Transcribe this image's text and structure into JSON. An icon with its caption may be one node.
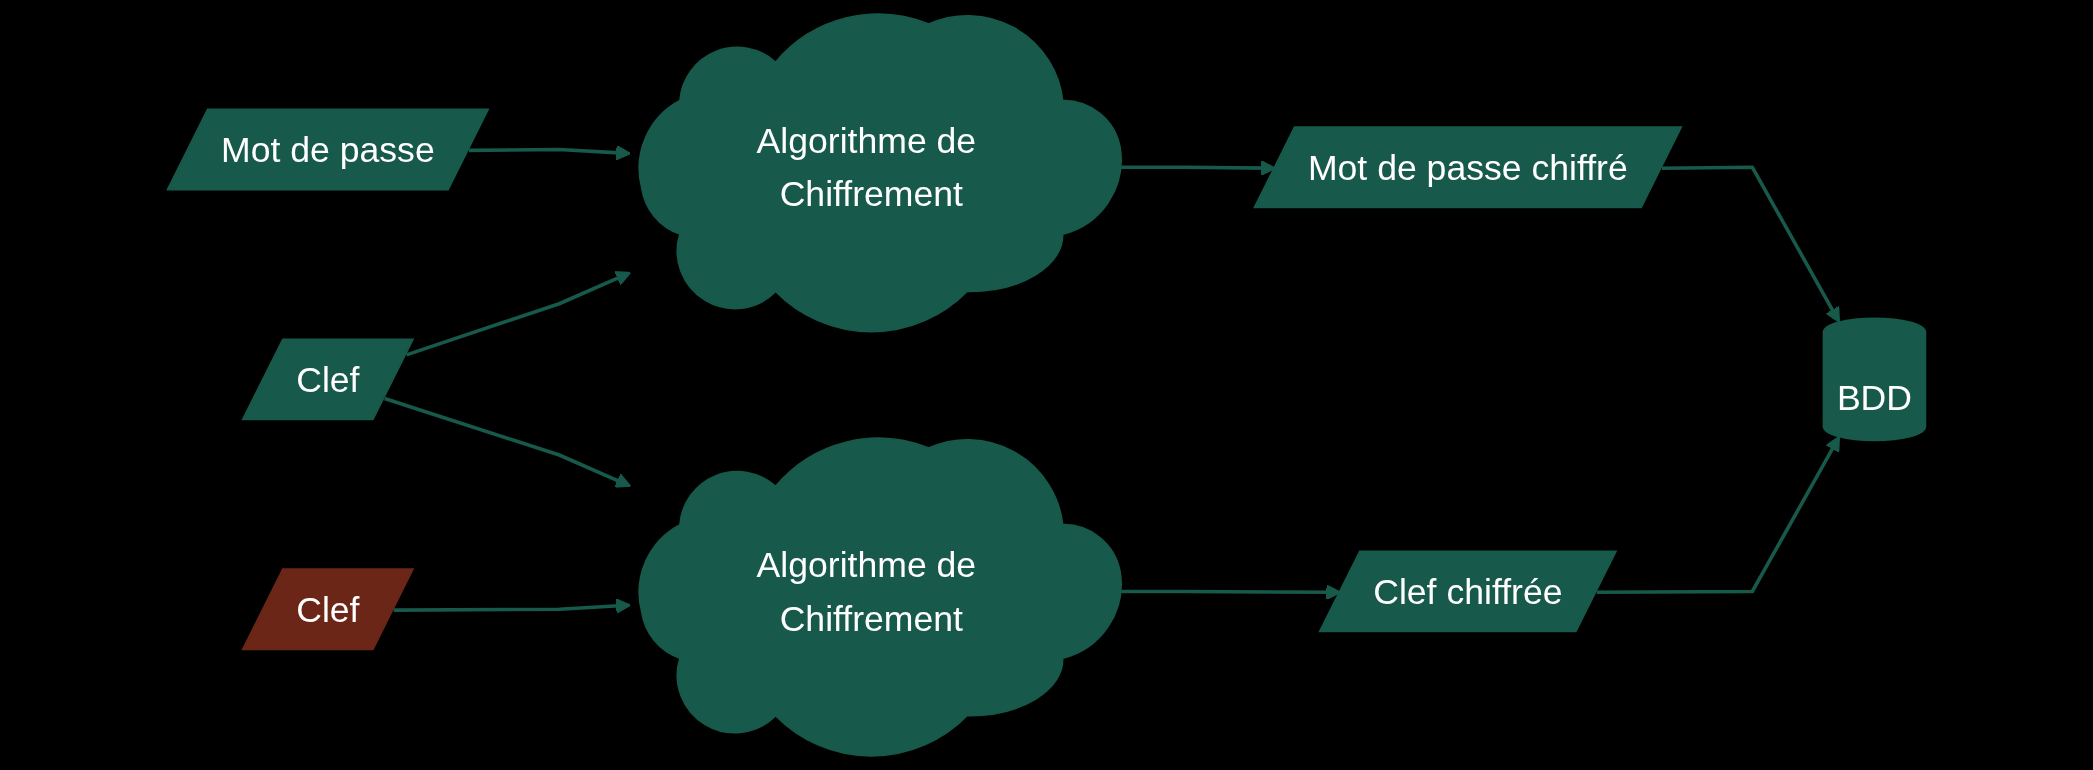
{
  "diagram": {
    "nodes": [
      {
        "text": [
          "Mot de passe"
        ]
      },
      {
        "text": [
          "Algorithme de Chiffrement"
        ]
      },
      {
        "text": [
          "Mot de passe chiffré"
        ]
      },
      {
        "text": [
          "BDD"
        ]
      },
      {
        "text": [
          "Clef"
        ]
      },
      {
        "text": [
          "Algorithme de Chiffrement"
        ]
      },
      {
        "text": [
          "Clef chiffrée"
        ]
      },
      {
        "text": [
          "Clef"
        ]
      }
    ],
    "edges": [
      {
        "from": 0,
        "to": 1,
        "arrow": "to"
      },
      {
        "from": 1,
        "to": 2,
        "arrow": "to"
      },
      {
        "from": 2,
        "to": 3,
        "arrow": "to"
      },
      {
        "from": 4,
        "to": 1,
        "arrow": "to"
      },
      {
        "from": 4,
        "to": 5,
        "arrow": "to"
      },
      {
        "from": 5,
        "to": 6,
        "arrow": "to"
      },
      {
        "from": 6,
        "to": 3,
        "arrow": "to"
      },
      {
        "from": 7,
        "to": 5,
        "arrow": "to"
      }
    ]
  }
}
